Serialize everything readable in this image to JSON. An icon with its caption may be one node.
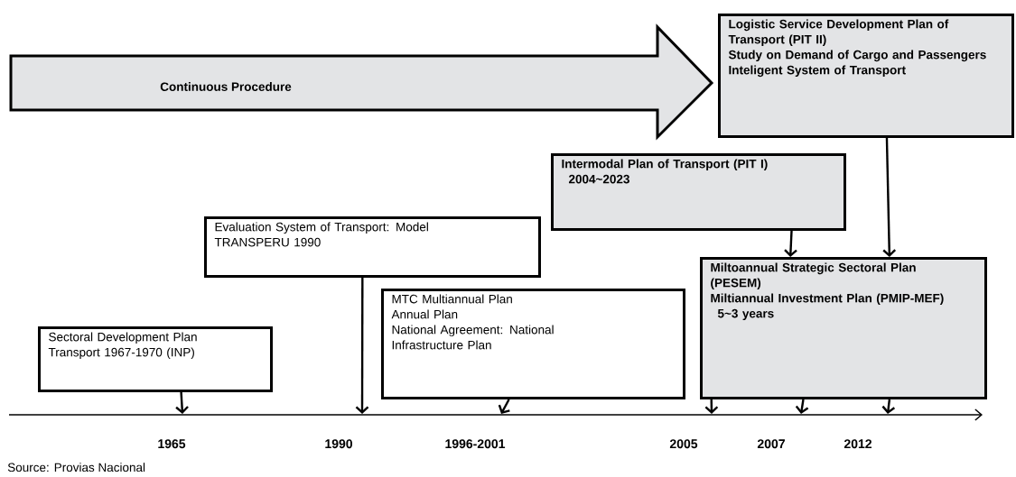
{
  "diagram": {
    "caption": "Source: Provias Nacional",
    "nodes": [
      {
        "text": [
          "Continuous Procedure"
        ]
      },
      {
        "text": [
          "Logistic Service Development Plan of Transport (PIT II)",
          "Study on Demand of Cargo and Passengers",
          "Inteligent System of Transport"
        ]
      },
      {
        "text": [
          "Intermodal Plan of Transport (PIT I)",
          "2004~2023"
        ]
      },
      {
        "text": [
          "Evaluation System of Transport: Model TRANSPERU 1990"
        ]
      },
      {
        "text": [
          "MTC Multiannual Plan",
          "Annual Plan",
          "National Agreement: National Infrastructure Plan"
        ]
      },
      {
        "text": [
          "Miltoannual Strategic Sectoral Plan (PESEM)",
          "Miltiannual Investment Plan (PMIP-MEF)",
          "5~3 years"
        ]
      },
      {
        "text": [
          "Sectoral Development Plan Transport 1967-1970 (INP)"
        ]
      }
    ],
    "edges": [
      {
        "from": 2,
        "to": 5,
        "arrow": "to"
      },
      {
        "from": 1,
        "to": 5,
        "arrow": "to"
      },
      {
        "from": 6,
        "to": null,
        "arrow": "to"
      },
      {
        "from": 3,
        "to": null,
        "arrow": "to"
      },
      {
        "from": 4,
        "to": null,
        "arrow": "to"
      },
      {
        "from": 5,
        "to": null,
        "arrow": "to"
      },
      {
        "from": 5,
        "to": null,
        "arrow": "to"
      },
      {
        "from": 5,
        "to": null,
        "arrow": "to"
      }
    ],
    "labels": [
      "1965",
      "1990",
      "1996-2001",
      "2005",
      "2007",
      "2012"
    ]
  }
}
